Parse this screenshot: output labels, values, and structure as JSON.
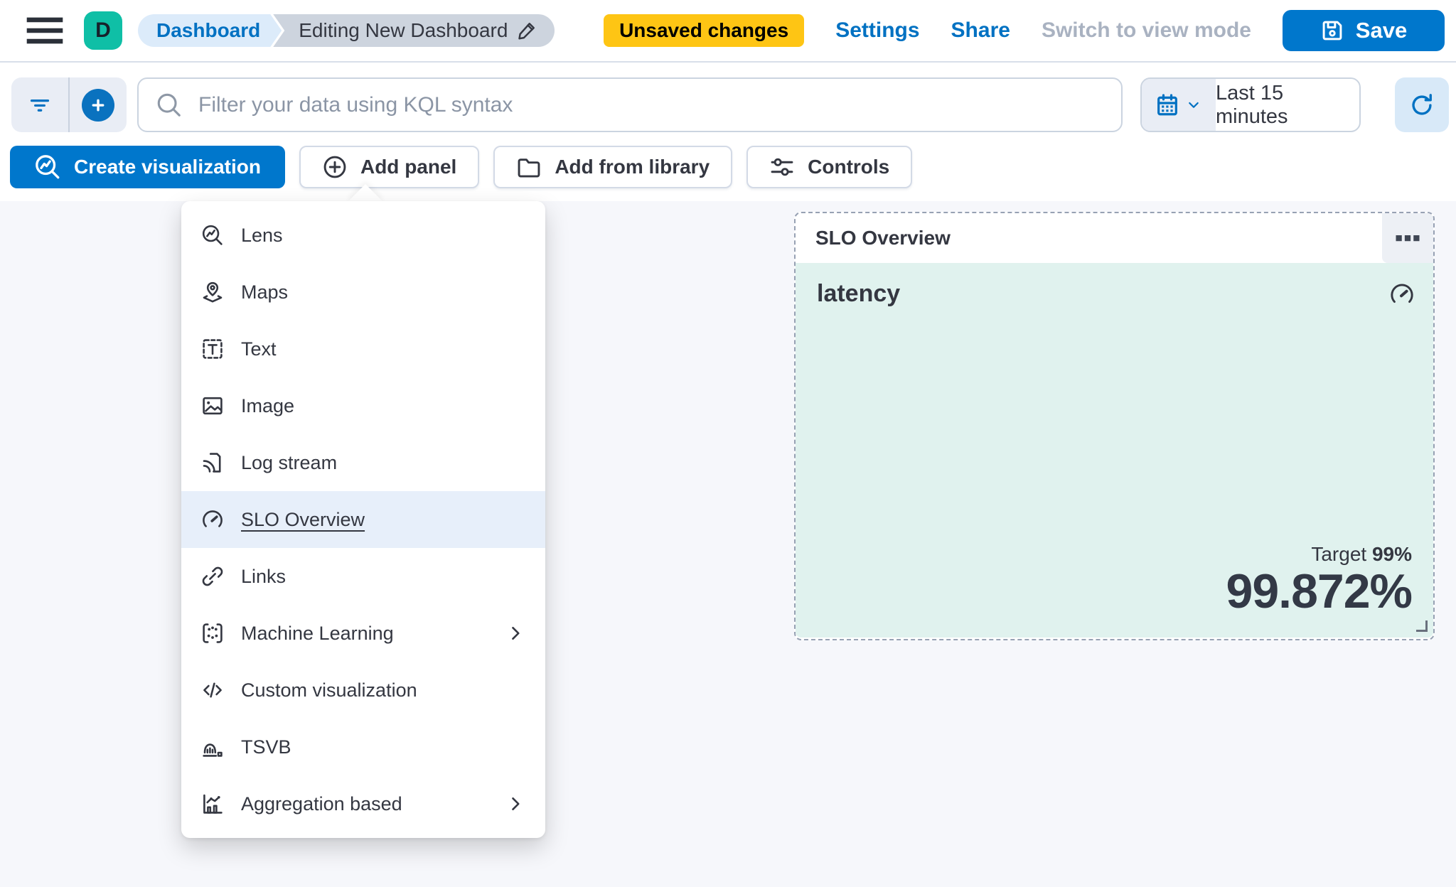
{
  "header": {
    "logo_letter": "D",
    "breadcrumb_dashboard": "Dashboard",
    "breadcrumb_current": "Editing New Dashboard",
    "unsaved_badge": "Unsaved changes",
    "settings": "Settings",
    "share": "Share",
    "switch_view": "Switch to view mode",
    "save": "Save"
  },
  "filter_bar": {
    "search_placeholder": "Filter your data using KQL syntax",
    "search_value": "",
    "time_range": "Last 15 minutes",
    "icons": [
      "filter-icon",
      "add-filter-plus-icon",
      "search-icon",
      "calendar-icon",
      "chevron-down-icon",
      "refresh-icon"
    ]
  },
  "toolbar": {
    "create_visualization": "Create visualization",
    "add_panel": "Add panel",
    "add_from_library": "Add from library",
    "controls": "Controls"
  },
  "add_panel_menu": {
    "items": [
      {
        "label": "Lens",
        "icon": "lens-icon",
        "selected": false,
        "has_submenu": false
      },
      {
        "label": "Maps",
        "icon": "maps-icon",
        "selected": false,
        "has_submenu": false
      },
      {
        "label": "Text",
        "icon": "text-icon",
        "selected": false,
        "has_submenu": false
      },
      {
        "label": "Image",
        "icon": "image-icon",
        "selected": false,
        "has_submenu": false
      },
      {
        "label": "Log stream",
        "icon": "log-stream-icon",
        "selected": false,
        "has_submenu": false
      },
      {
        "label": "SLO Overview",
        "icon": "gauge-icon",
        "selected": true,
        "has_submenu": false
      },
      {
        "label": "Links",
        "icon": "links-icon",
        "selected": false,
        "has_submenu": false
      },
      {
        "label": "Machine Learning",
        "icon": "machine-learning-icon",
        "selected": false,
        "has_submenu": true
      },
      {
        "label": "Custom visualization",
        "icon": "code-icon",
        "selected": false,
        "has_submenu": false
      },
      {
        "label": "TSVB",
        "icon": "tsvb-icon",
        "selected": false,
        "has_submenu": false
      },
      {
        "label": "Aggregation based",
        "icon": "aggregation-icon",
        "selected": false,
        "has_submenu": true
      }
    ]
  },
  "slo_panel": {
    "title": "SLO Overview",
    "menu_icon": "boxes-horizontal-icon",
    "slo_name": "latency",
    "slo_icon": "gauge-icon",
    "target_label": "Target",
    "target_value": "99%",
    "sli_value": "99.872%"
  },
  "colors": {
    "primary": "#0077CC",
    "link": "#0071C2",
    "warning_badge": "#FEC514",
    "logo_teal": "#0FBFA6",
    "panel_healthy_bg": "#E0F2EE",
    "menu_highlight": "#E7EFFA",
    "canvas_bg": "#F6F7FB",
    "text": "#343741",
    "muted": "#97A1B3"
  }
}
